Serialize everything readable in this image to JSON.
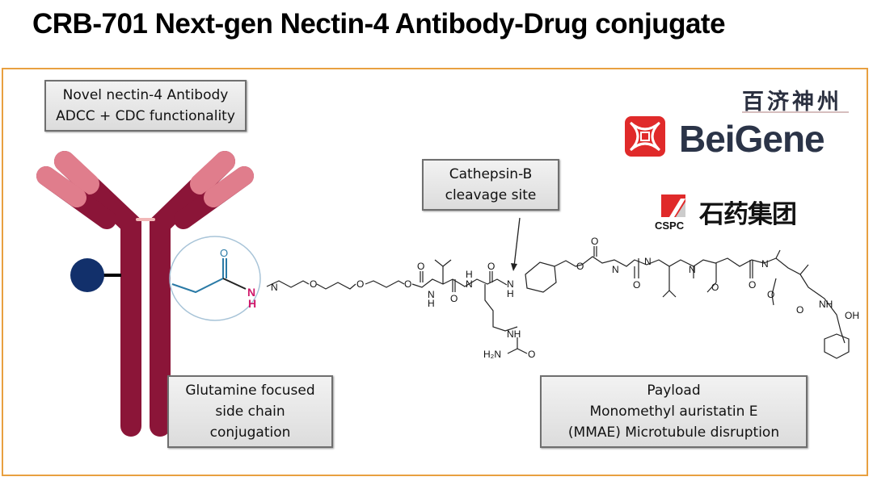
{
  "title": "CRB-701 Next-gen Nectin-4 Antibody-Drug conjugate",
  "boxes": {
    "antibody": [
      "Novel nectin-4 Antibody",
      "ADCC + CDC functionality"
    ],
    "cleavage": [
      "Cathepsin-B",
      "cleavage site"
    ],
    "conjugation": [
      "Glutamine focused",
      "side chain",
      "conjugation"
    ],
    "payload": [
      "Payload",
      "Monomethyl auristatin E",
      "(MMAE) Microtubule disruption"
    ]
  },
  "logos": {
    "beigene_cn": "百济神州",
    "beigene_en": "BeiGene",
    "cspc_cn": "石药集团",
    "cspc_en": "CSPC"
  },
  "atoms": {
    "O": "O",
    "N": "N",
    "NH": "NH",
    "H": "H",
    "H2N": "H₂N",
    "OH": "OH"
  },
  "colors": {
    "antibody_dark": "#8b1538",
    "antibody_light": "#e07d8c",
    "ball": "#12306b",
    "frame": "#e8a040",
    "beigene_red": "#e02a2a"
  }
}
